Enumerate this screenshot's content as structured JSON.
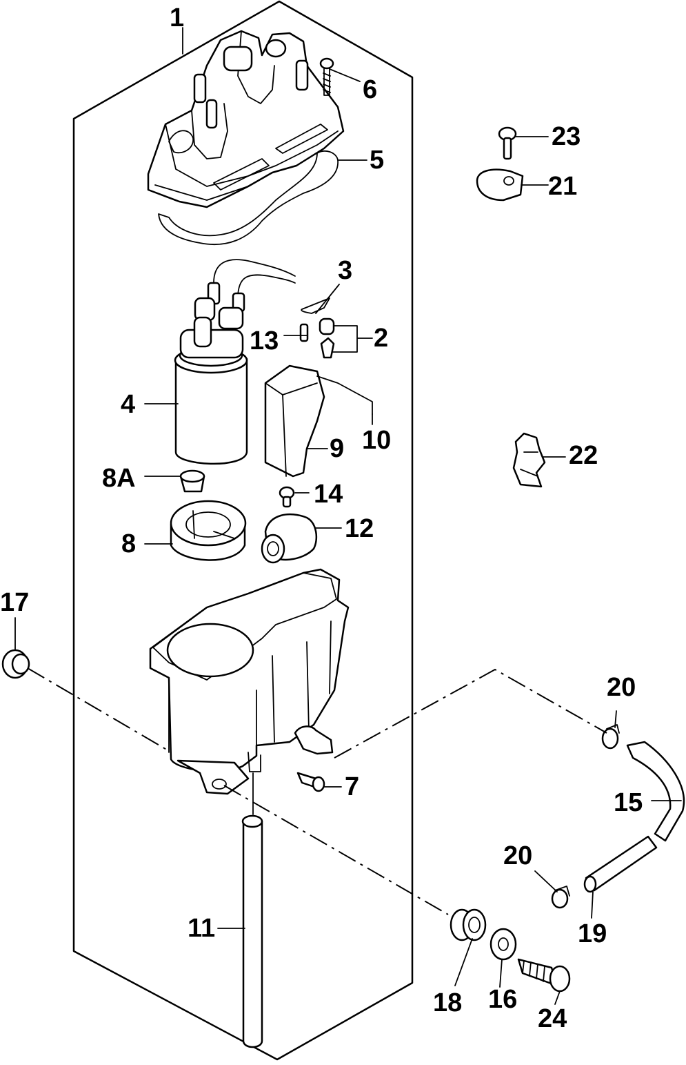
{
  "labels": {
    "l1": "1",
    "l2": "2",
    "l3": "3",
    "l4": "4",
    "l5": "5",
    "l6": "6",
    "l7": "7",
    "l8": "8",
    "l8a": "8A",
    "l9": "9",
    "l10": "10",
    "l11": "11",
    "l12": "12",
    "l13": "13",
    "l14": "14",
    "l15": "15",
    "l16": "16",
    "l17": "17",
    "l18": "18",
    "l19": "19",
    "l20a": "20",
    "l20b": "20",
    "l21": "21",
    "l22": "22",
    "l23": "23",
    "l24": "24"
  }
}
